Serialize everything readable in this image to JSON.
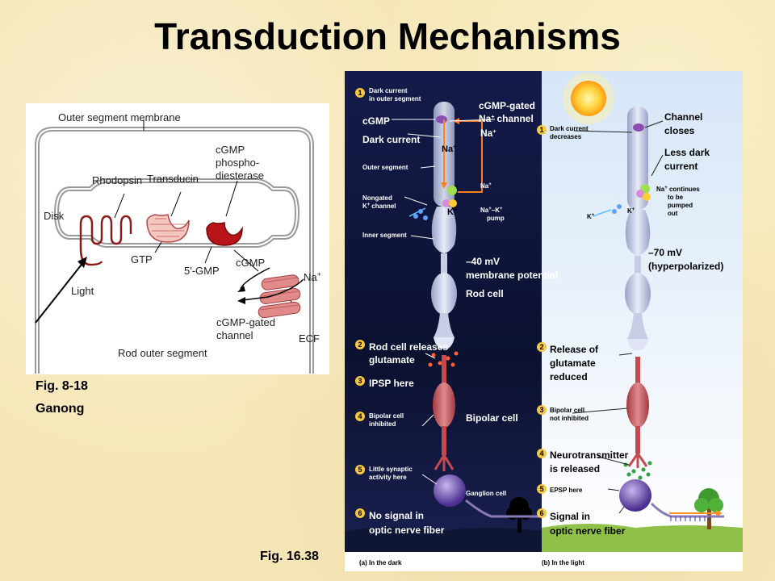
{
  "slide_title": "Transduction Mechanisms",
  "left_figure": {
    "labels": {
      "outer_membrane": "Outer segment membrane",
      "rhodopsin": "Rhodopsin",
      "transducin": "Transducin",
      "pde_line1": "cGMP",
      "pde_line2": "phospho-",
      "pde_line3": "diesterase",
      "disk": "Disk",
      "gtp": "GTP",
      "gmp": "5'-GMP",
      "cgmp": "cGMP",
      "na": "Na",
      "na_sup": "+",
      "light": "Light",
      "channel_line1": "cGMP-gated",
      "channel_line2": "channel",
      "ecf": "ECF",
      "rod_outer": "Rod outer segment"
    },
    "caption_line1": "Fig. 8-18",
    "caption_line2": "Ganong"
  },
  "right_figure": {
    "caption": "Fig. 16.38",
    "dark": {
      "dark_current_outer_1": "Dark current",
      "dark_current_outer_2": "in outer segment",
      "cgmp": "cGMP",
      "dark_current": "Dark current",
      "cgmp_gated_1": "cGMP-gated",
      "cgmp_gated_2": "Na",
      "cgmp_gated_2b": "channel",
      "na1": "Na",
      "na2": "Na",
      "outer_segment": "Outer segment",
      "nongated_1": "Nongated",
      "nongated_2": "K",
      "nongated_2b": "channel",
      "na3": "Na",
      "k1": "K",
      "pump_1": "Na",
      "pump_1b": "–K",
      "pump_2": "pump",
      "inner_segment": "Inner segment",
      "potential_1": "–40 mV",
      "potential_2": "membrane potential",
      "rod_cell": "Rod cell",
      "releases_1": "Rod cell releases",
      "releases_2": "glutamate",
      "ipsp": "IPSP here",
      "bipolar_inh_1": "Bipolar cell",
      "bipolar_inh_2": "inhibited",
      "bipolar_cell": "Bipolar cell",
      "synaptic_1": "Little synaptic",
      "synaptic_2": "activity here",
      "ganglion": "Ganglion cell",
      "nosignal_1": "No signal in",
      "nosignal_2": "optic nerve fiber",
      "panel": "(a) In the dark"
    },
    "light": {
      "decreases_1": "Dark current",
      "decreases_2": "decreases",
      "closes_1": "Channel",
      "closes_2": "closes",
      "less_1": "Less dark",
      "less_2": "current",
      "continues_1": "Na",
      "continues_1b": " continues",
      "continues_2": "to be",
      "continues_3": "pumped",
      "continues_4": "out",
      "k1": "K",
      "k2": "K",
      "potential_1": "–70 mV",
      "potential_2": "(hyperpolarized)",
      "release_1": "Release of",
      "release_2": "glutamate",
      "release_3": "reduced",
      "bipolar_1": "Bipolar cell",
      "bipolar_2": "not inhibited",
      "neuro_1": "Neurotransmitter",
      "neuro_2": "is released",
      "epsp": "EPSP here",
      "signal_1": "Signal in",
      "signal_2": "optic nerve fiber",
      "panel": "(b) In the light"
    },
    "steps": [
      "1",
      "2",
      "3",
      "4",
      "5",
      "6"
    ]
  }
}
